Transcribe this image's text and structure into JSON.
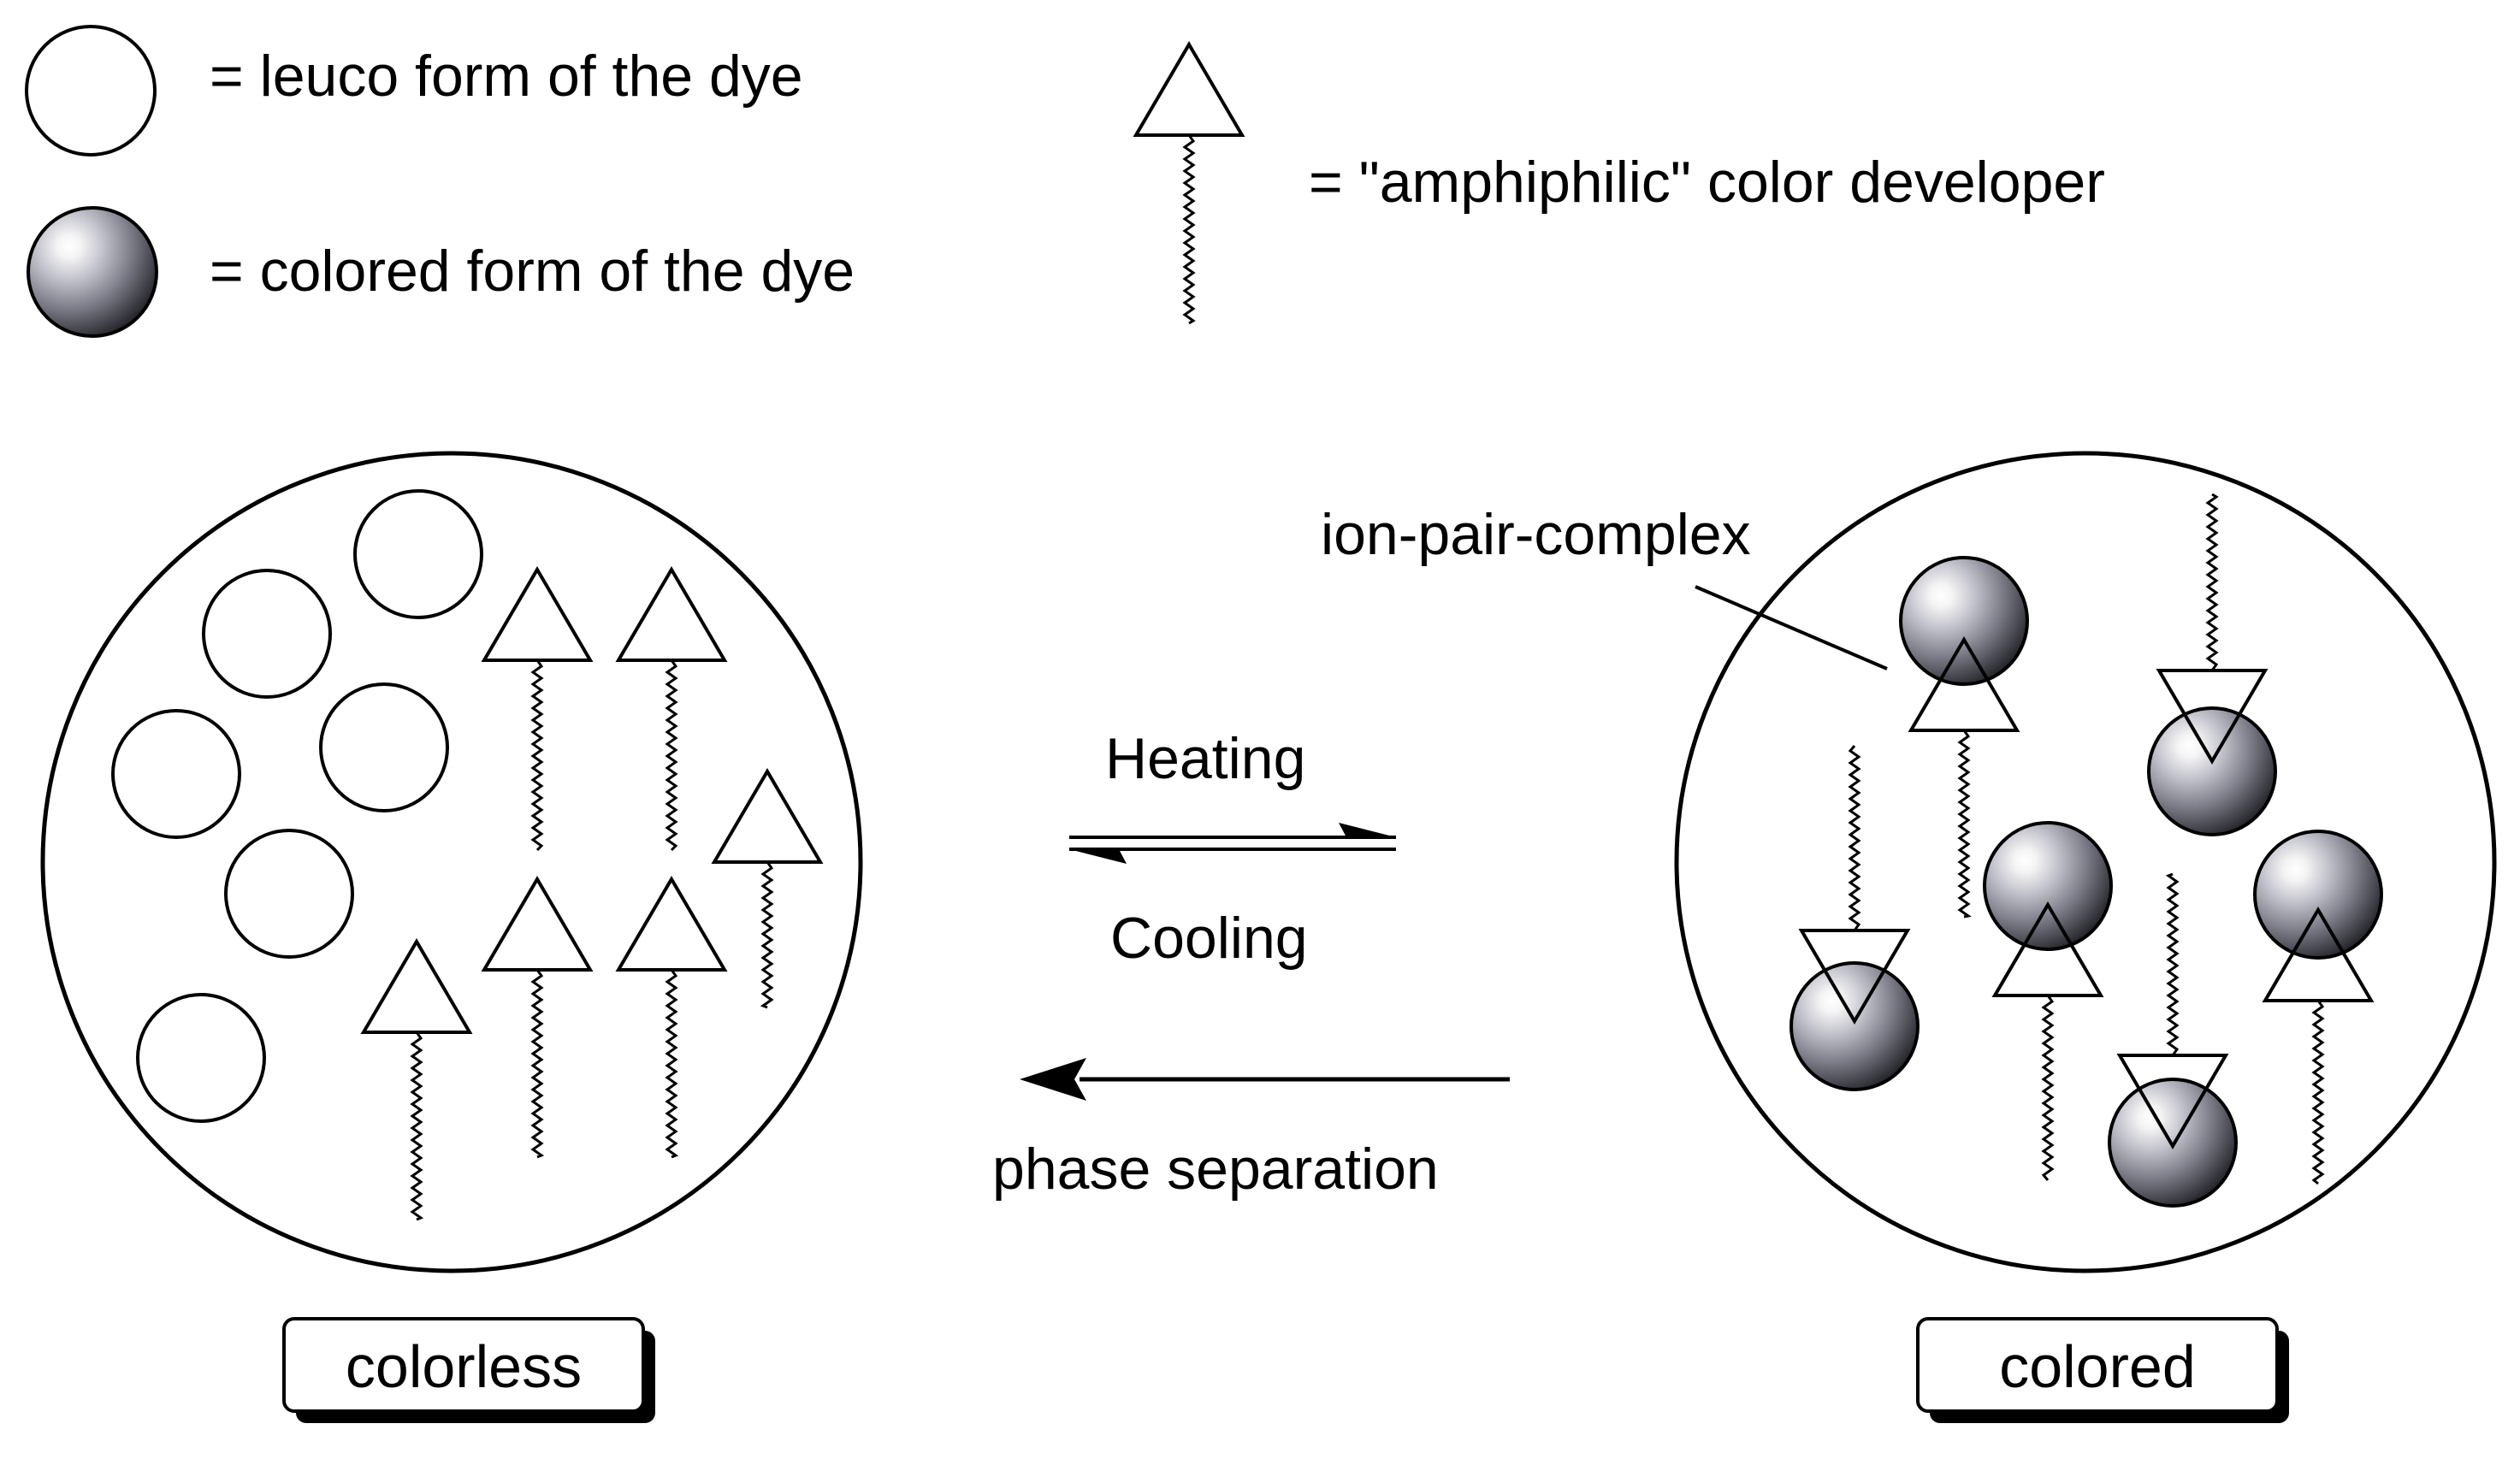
{
  "legend": {
    "leuco_label": "= leuco form of the dye",
    "colored_label": "= colored form of the dye",
    "developer_label": "= \"amphiphilic\" color developer"
  },
  "diagram": {
    "callout_label": "ion-pair-complex",
    "heating_label": "Heating",
    "cooling_label": "Cooling",
    "phase_separation_label": "phase separation",
    "left_state_label": "colorless",
    "right_state_label": "colored"
  },
  "colors": {
    "line": "#000000",
    "sphere_highlight": "#ffffff",
    "sphere_mid": "#9a9aa8",
    "sphere_dark": "#2b2b33",
    "background": "#ffffff"
  }
}
